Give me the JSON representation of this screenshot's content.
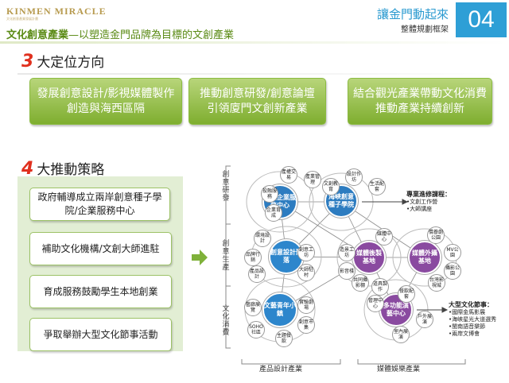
{
  "header": {
    "logo_text": "KINMEN  MIRACLE",
    "logo_subtext": "文化創意產業發展計畫",
    "title_main": "文化創意產業",
    "title_sub": "—以塑造金門品牌為目標的文創產業",
    "slogan": "讓金門動起來",
    "framework": "整體規劃框架",
    "page_number": "04"
  },
  "section3": {
    "number": "3",
    "title": "大定位方向",
    "boxes": [
      {
        "line1": "發展創意設計/影視媒體製作",
        "line2": "創造與海西區隔"
      },
      {
        "line1": "推動創意研發/創意論壇",
        "line2": "引領廈門文創新產業"
      },
      {
        "line1": "結合觀光產業帶動文化消費",
        "line2": "推動產業持續創新"
      }
    ]
  },
  "section4": {
    "number": "4",
    "title": "大推動策略",
    "strategies": [
      "政府輔導成立兩岸創意種子學院/企業服務中心",
      "補助文化機構/文創大師進駐",
      "育成服務鼓勵學生本地創業",
      "爭取舉辦大型文化節事活動"
    ]
  },
  "diagram": {
    "stage_labels": [
      "創意研發",
      "創意生產",
      "文化消費"
    ],
    "bottom_labels": [
      "產品設計產業",
      "媒體娛樂產業"
    ],
    "hubs": {
      "creative_service": "創意企業服務中心",
      "strait_school": "海峽創意種子學院",
      "design_cluster": "創意設計聚落",
      "media_base": "媒體後製基地",
      "filming_base": "媒體外攝基地",
      "youth_town": "文藝青年小鎮",
      "theater": "多功能演藝中心"
    },
    "satellites": {
      "s1": "產權交易",
      "s2": "產業管理",
      "s3": "投融服務",
      "s4": "企業育成",
      "s5": "設計作坊",
      "s6": "生活配套",
      "s7": "文創教育",
      "s8": "環境設計",
      "s9": "品牌行銷",
      "s10": "產品設計",
      "s11": "創意工坊",
      "s12": "大師駐村",
      "s13": "藝廊展覽",
      "s14": "SOHO社區",
      "s15": "主題餐飲",
      "s16": "創意市集",
      "s17": "實驗劇場",
      "s18": "媒體中心",
      "s19": "造景工坊",
      "s20": "影音棧",
      "s21": "共同攝影棚",
      "s22": "道具製作",
      "s23": "僑眷劇公園",
      "s24": "MV公園",
      "s25": "攝影公園",
      "s26": "台灣影視城",
      "s27": "管理中心",
      "s28": "戶外展演",
      "s29": "室內展演",
      "s30": "餐飲配套"
    },
    "course_note": {
      "title": "專業進修課程：",
      "items": [
        "•文創工作營",
        "•大師講座"
      ]
    },
    "festival_note": {
      "title": "大型文化節事：",
      "items": [
        "•國際金馬影展",
        "•海峽星光大道選秀",
        "•閩南語音樂節",
        "•兩岸文博會"
      ]
    }
  },
  "colors": {
    "brand_green": "#5a8a14",
    "accent_blue": "#2e9fd6",
    "box_green": "#8cbc3f",
    "hub_blue": "#2d7cc0",
    "hub_purple": "#8a4aa0"
  }
}
